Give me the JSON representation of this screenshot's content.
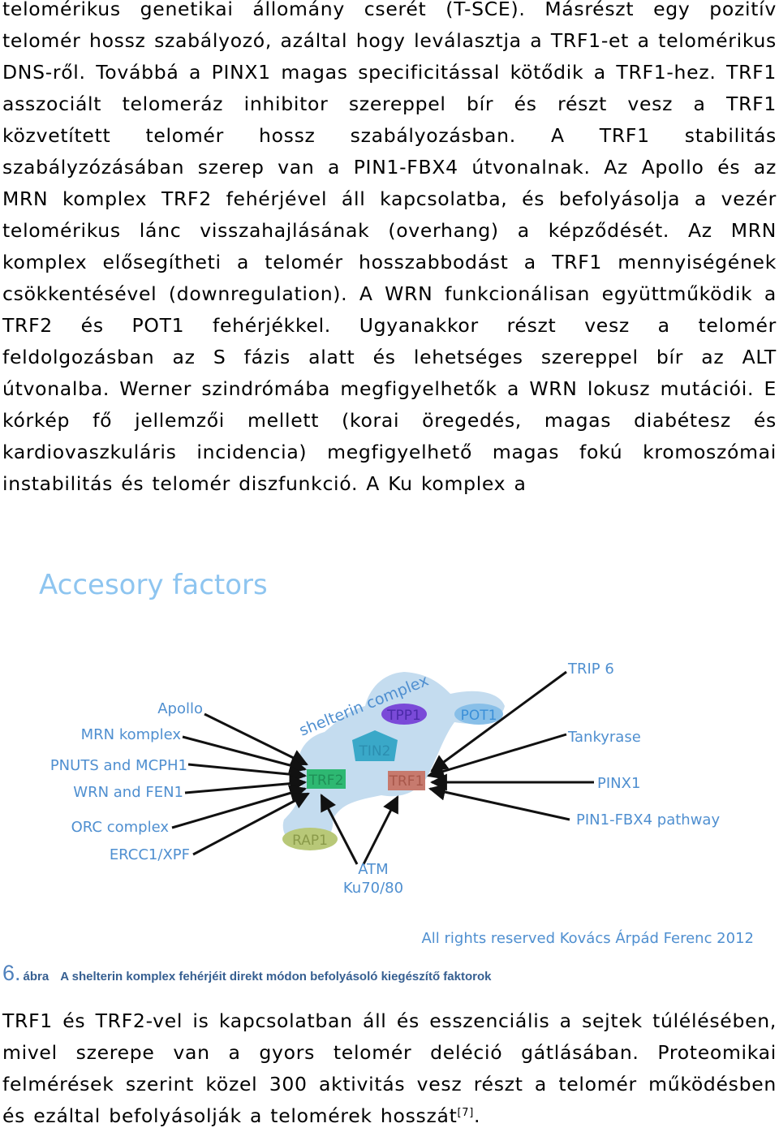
{
  "paragraph_top": "telomérikus genetikai állomány cserét (T-SCE). Másrészt egy pozitív telomér hossz szabályozó, azáltal hogy leválasztja a TRF1-et a telomérikus DNS-ről. Továbbá a PINX1 magas specificitással kötődik a TRF1-hez. TRF1 asszociált telomeráz inhibitor szereppel bír és részt vesz a TRF1 közvetített telomér hossz szabályozásban. A TRF1 stabilitás szabályzózásában szerep van a PIN1-FBX4 útvonalnak. Az Apollo és az MRN komplex TRF2 fehérjével áll kapcsolatba, és befolyásolja a vezér telomérikus lánc visszahajlásának (overhang) a képződését. Az MRN komplex elősegítheti a telomér hosszabbodást a TRF1 mennyiségének csökkentésével (downregulation). A WRN funkcionálisan együttműködik a TRF2 és POT1 fehérjékkel. Ugyanakkor részt vesz a telomér feldolgozásban az S fázis alatt és lehetséges szereppel bír az ALT útvonalba. Werner szindrómába megfigyelhetők a WRN lokusz mutációi. E kórkép fő jellemzői mellett (korai öregedés, magas diabétesz és kardiovaszkuláris incidencia) megfigyelhető magas fokú kromoszómai instabilitás és telomér diszfunkció. A Ku komplex a",
  "figure": {
    "title": "Accesory factors",
    "complex_label": "shelterin complex",
    "proteins": {
      "tpp1": "TPP1",
      "pot1": "POT1",
      "tin2": "TIN2",
      "trf2": "TRF2",
      "trf1": "TRF1",
      "rap1": "RAP1"
    },
    "left_factors": [
      "Apollo",
      "MRN komplex",
      "PNUTS and MCPH1",
      "WRN and FEN1",
      "ORC complex",
      "ERCC1/XPF"
    ],
    "right_factors": [
      "TRIP 6",
      "Tankyrase",
      "PINX1",
      "PIN1-FBX4 pathway"
    ],
    "bottom_factors": [
      "ATM",
      "Ku70/80"
    ],
    "copyright": "All rights reserved Kovács Árpád Ferenc 2012",
    "colors": {
      "label": "#4f8fd0",
      "title": "#8ec5f0",
      "blob": "#c4dcef",
      "trf2": "#2eb872",
      "trf1": "#c77a6e",
      "tin2": "#3aa8c8",
      "tpp1": "#7a4ad8",
      "pot1": "#88bfe8",
      "rap1": "#b8c878",
      "arrow": "#111111"
    }
  },
  "caption": {
    "number": "6.",
    "label": "ábra",
    "text": "A shelterin komplex fehérjéit direkt módon befolyásoló kiegészítő faktorok"
  },
  "paragraph_bottom": {
    "text": "TRF1 és TRF2-vel is kapcsolatban áll és esszenciális a sejtek túlélésében, mivel szerepe van a gyors telomér deléció gátlásában. Proteomikai felmérések szerint közel 300 aktivitás vesz részt a telomér működésben és ezáltal befolyásolják a telomérek hosszát",
    "reference": "[7]",
    "end": "."
  }
}
